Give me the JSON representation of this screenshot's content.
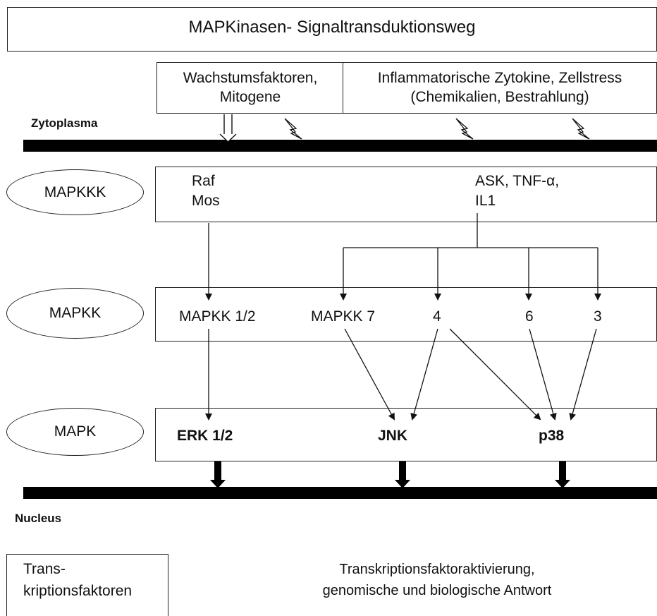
{
  "title": "MAPKinasen- Signaltransduktionsweg",
  "stimuli": {
    "growth": [
      "Wachstumsfaktoren,",
      "Mitogene"
    ],
    "stress": [
      "Inflammatorische Zytokine, Zellstress",
      "(Chemikalien, Bestrahlung)"
    ]
  },
  "compartments": {
    "cytoplasm": "Zytoplasma",
    "nucleus": "Nucleus"
  },
  "levels": {
    "mapkkk": {
      "label": "MAPKKK",
      "items": {
        "raf_mos": [
          "Raf",
          "Mos"
        ],
        "ask": [
          "ASK, TNF-α,",
          "IL1"
        ]
      }
    },
    "mapkk": {
      "label": "MAPKK",
      "items": [
        "MAPKK 1/2",
        "MAPKK 7",
        "4",
        "6",
        "3"
      ]
    },
    "mapk": {
      "label": "MAPK",
      "items": [
        "ERK 1/2",
        "JNK",
        "p38"
      ]
    }
  },
  "output": {
    "label": [
      "Trans-",
      "kriptionsfaktoren"
    ],
    "description": [
      "Transkriptionsfaktoraktivierung,",
      "genomische und biologische Antwort"
    ]
  }
}
